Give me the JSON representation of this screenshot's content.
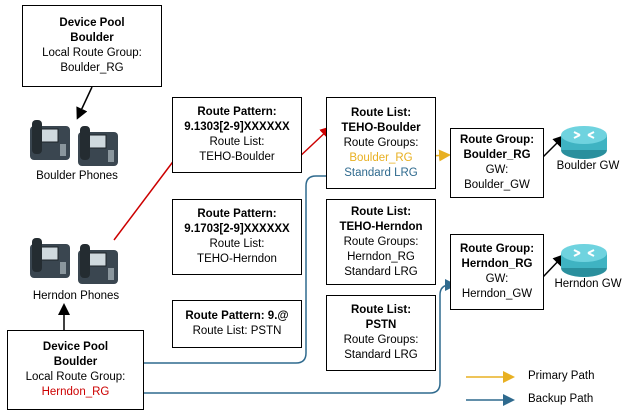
{
  "device_pools": [
    {
      "title_1": "Device Pool",
      "title_2": "Boulder",
      "line_1": "Local Route Group:",
      "line_2": "Boulder_RG",
      "line_2_color": "#000000"
    },
    {
      "title_1": "Device Pool",
      "title_2": "Boulder",
      "line_1": "Local Route Group:",
      "line_2": "Herndon_RG",
      "line_2_color": "#cc0000"
    }
  ],
  "phones": [
    {
      "label": "Boulder Phones"
    },
    {
      "label": "Herndon Phones"
    }
  ],
  "route_patterns": [
    {
      "title_1": "Route Pattern:",
      "title_2": "9.1303[2-9]XXXXXX",
      "line_1": "Route List:",
      "line_2": "TEHO-Boulder"
    },
    {
      "title_1": "Route Pattern:",
      "title_2": "9.1703[2-9]XXXXXX",
      "line_1": "Route List:",
      "line_2": "TEHO-Herndon"
    },
    {
      "title_1": "Route Pattern: 9.@",
      "line_1": "Route List: PSTN"
    }
  ],
  "route_lists": [
    {
      "title_1": "Route List:",
      "title_2": "TEHO-Boulder",
      "line_1": "Route Groups:",
      "line_2": "Boulder_RG",
      "line_3": "Standard LRG"
    },
    {
      "title_1": "Route List:",
      "title_2": "TEHO-Herndon",
      "line_1": "Route Groups:",
      "line_2": "Herndon_RG",
      "line_3": "Standard LRG"
    },
    {
      "title_1": "Route List:",
      "title_2": "PSTN",
      "line_1": "Route Groups:",
      "line_2": "Standard LRG"
    }
  ],
  "route_groups": [
    {
      "title_1": "Route Group:",
      "title_2": "Boulder_RG",
      "line_1": "GW:",
      "line_2": "Boulder_GW"
    },
    {
      "title_1": "Route Group:",
      "title_2": "Herndon_RG",
      "line_1": "GW:",
      "line_2": "Herndon_GW"
    }
  ],
  "gateways": [
    {
      "label": "Boulder GW"
    },
    {
      "label": "Herndon GW"
    }
  ],
  "legend": {
    "primary_label": "Primary Path",
    "backup_label": "Backup Path",
    "primary_color": "#e8b022",
    "backup_color": "#2f6a8e",
    "red_color": "#cc0000"
  }
}
